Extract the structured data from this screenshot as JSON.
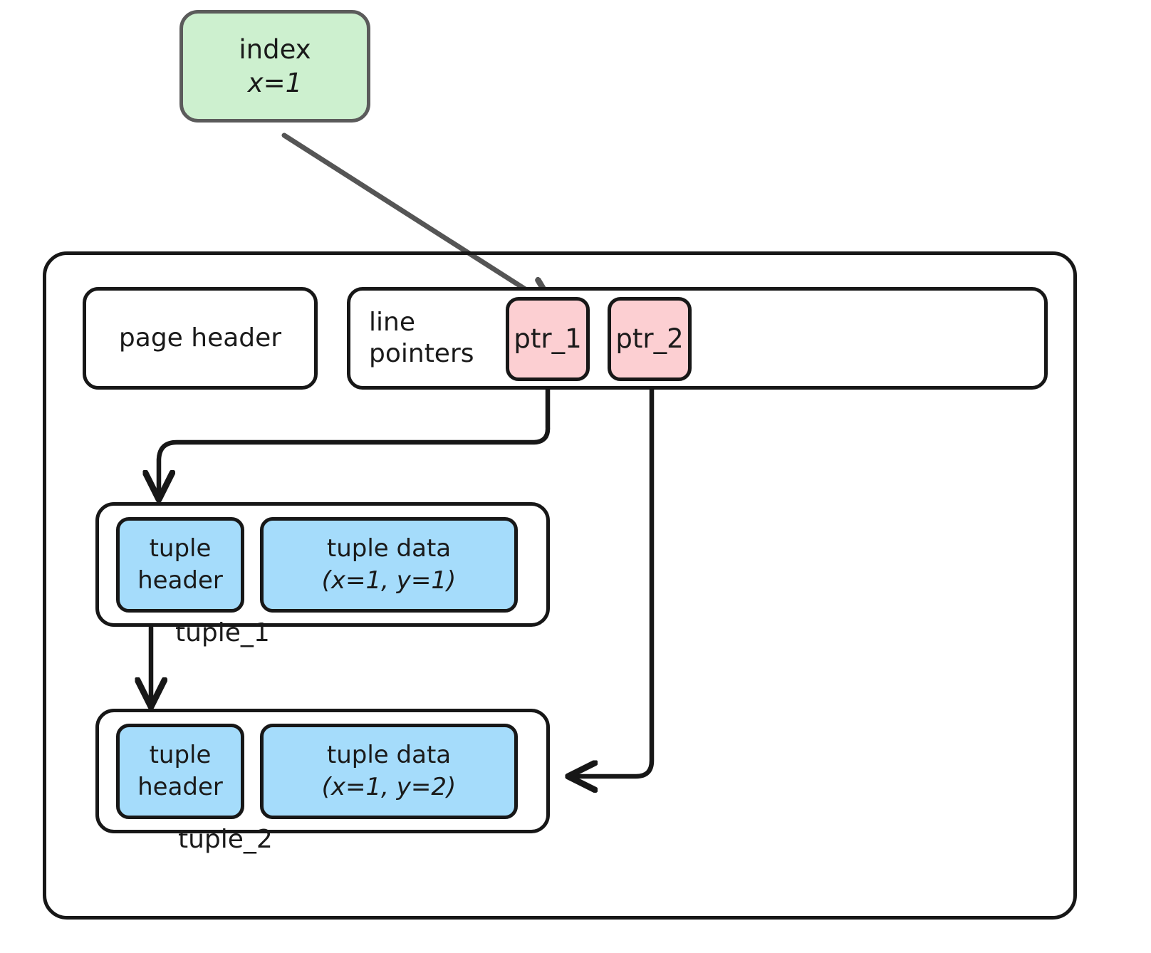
{
  "diagram": {
    "title": "postgres-heap-page-line-pointers",
    "index_node": {
      "name": "index-node",
      "line1": "index",
      "line2": "x=1",
      "fill": "#cdf0cf",
      "stroke": "#5b5b5b"
    },
    "page": {
      "name": "page-container",
      "page_header_label": "page header",
      "line_pointers_label_l1": "line",
      "line_pointers_label_l2": "pointers",
      "pointers": [
        {
          "name": "line-pointer-1",
          "label": "ptr_1",
          "fill": "#fccfd2"
        },
        {
          "name": "line-pointer-2",
          "label": "ptr_2",
          "fill": "#fccfd2"
        }
      ],
      "tuples": [
        {
          "name": "tuple-1",
          "caption": "tuple_1",
          "header_l1": "tuple",
          "header_l2": "header",
          "data_l1": "tuple data",
          "data_l2": "(x=1, y=1)",
          "fill": "#a5dcfb"
        },
        {
          "name": "tuple-2",
          "caption": "tuple_2",
          "header_l1": "tuple",
          "header_l2": "header",
          "data_l1": "tuple data",
          "data_l2": "(x=1, y=2)",
          "fill": "#a5dcfb"
        }
      ]
    },
    "connectors": [
      {
        "name": "index-to-ptr1-arrow",
        "from": "index-node",
        "to": "line-pointer-1",
        "color": "#555555"
      },
      {
        "name": "ptr1-to-tuple1-arrow",
        "from": "line-pointer-1",
        "to": "tuple-1",
        "color": "#171717"
      },
      {
        "name": "ptr2-to-tuple2-arrow",
        "from": "line-pointer-2",
        "to": "tuple-2",
        "color": "#171717"
      },
      {
        "name": "tuple1-to-tuple2-arrow",
        "from": "tuple-1",
        "to": "tuple-2",
        "color": "#171717"
      }
    ]
  }
}
